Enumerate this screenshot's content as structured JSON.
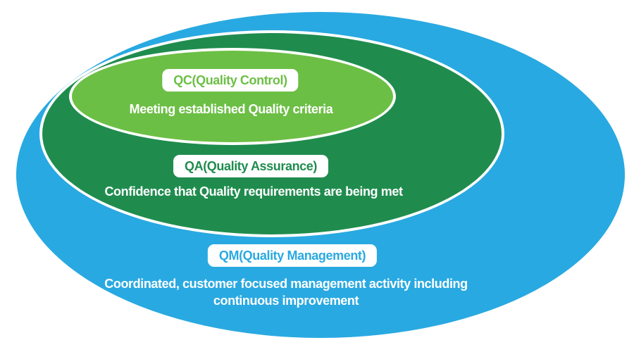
{
  "diagram": {
    "type": "nested-ellipse-venn",
    "rings": {
      "qm": {
        "label": "QM(Quality Management)",
        "description": "Coordinated, customer focused management activity including continuous improvement",
        "color": "#29a9e1"
      },
      "qa": {
        "label": "QA(Quality Assurance)",
        "description": "Confidence that Quality requirements are being met",
        "color": "#1f8c4e"
      },
      "qc": {
        "label": "QC(Quality Control)",
        "description": "Meeting established Quality criteria",
        "color": "#6cbf45"
      }
    }
  }
}
